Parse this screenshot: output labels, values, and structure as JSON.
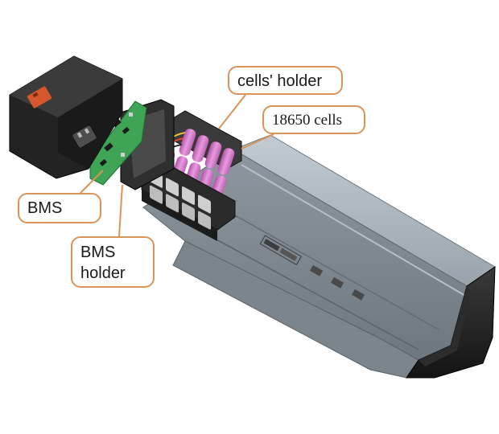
{
  "labels": {
    "cells_holder": "cells' holder",
    "cells": "18650 cells",
    "bms": "BMS",
    "bms_holder": "BMS holder"
  },
  "colors": {
    "callout_border": "#d9945a",
    "casing": "#9ea8b1",
    "casing_dark": "#5e666e",
    "end_cap": "#1f1f1f",
    "cells": "#d070c6",
    "pcb": "#3fa455",
    "cell_frame": "#2b2b2b"
  },
  "icons": {
    "connector": "power-socket-icon",
    "led": "charge-indicator-icon"
  }
}
